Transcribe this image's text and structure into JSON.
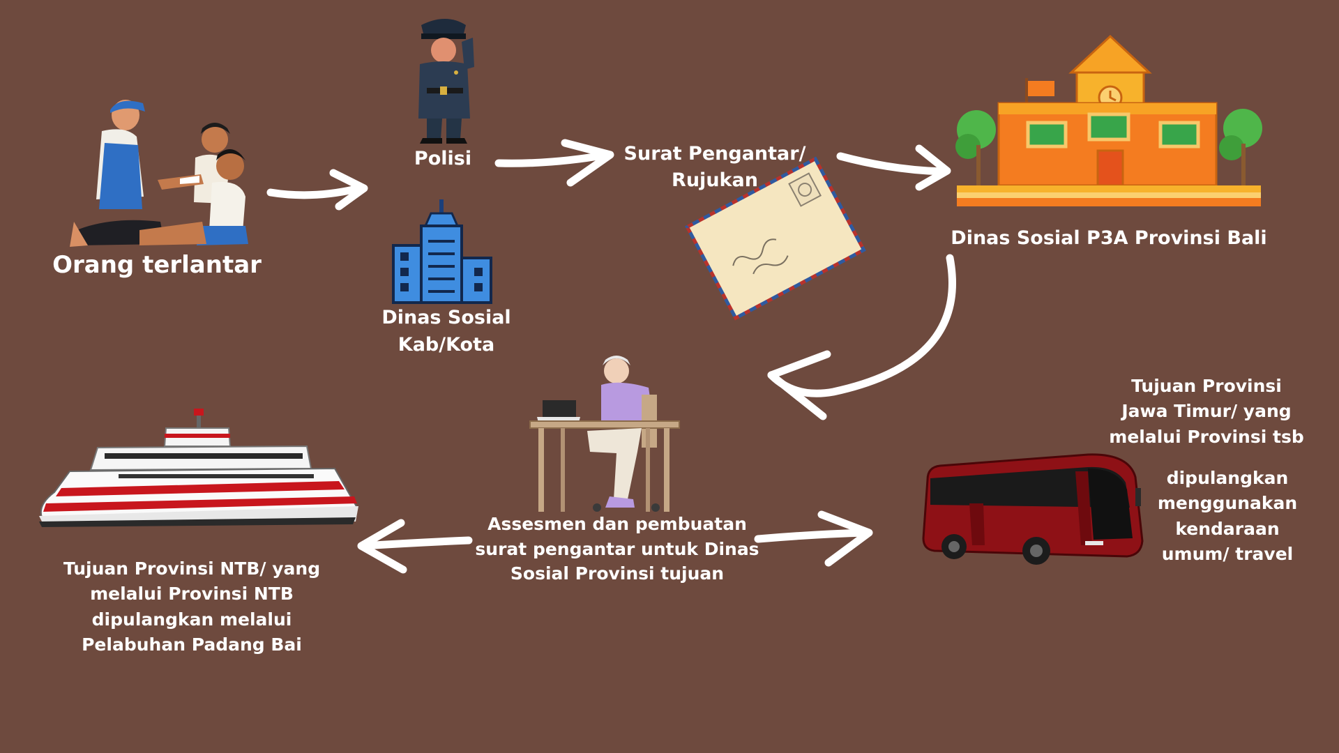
{
  "colors": {
    "background": "#6e4a3e",
    "text": "#ffffff",
    "arrow": "#ffffff",
    "building_orange": "#f47c20",
    "bus_red": "#8e1116",
    "ship_red": "#c8161d",
    "office_blue": "#3f8de0"
  },
  "nodes": {
    "orang": {
      "label": "Orang terlantar",
      "icon": "homeless-people-icon"
    },
    "polisi": {
      "label": "Polisi",
      "icon": "police-officer-icon"
    },
    "dinas_kab": {
      "lines": [
        "Dinas Sosial",
        "Kab/Kota"
      ],
      "icon": "office-building-icon"
    },
    "surat": {
      "lines": [
        "Surat Pengantar/",
        "Rujukan"
      ],
      "icon": "envelope-icon"
    },
    "dinas_prov": {
      "label": "Dinas Sosial P3A Provinsi Bali",
      "icon": "government-building-icon"
    },
    "assesmen": {
      "lines": [
        "Assesmen dan pembuatan",
        "surat pengantar untuk Dinas",
        "Sosial Provinsi tujuan"
      ],
      "icon": "person-at-desk-icon"
    },
    "ntb": {
      "lines": [
        "Tujuan Provinsi NTB/ yang",
        "melalui Provinsi NTB",
        "dipulangkan melalui",
        "Pelabuhan Padang Bai"
      ],
      "icon": "ferry-ship-icon"
    },
    "jatim": {
      "lines": [
        "Tujuan Provinsi",
        "Jawa Timur/ yang",
        "melalui Provinsi tsb"
      ],
      "lines2": [
        "dipulangkan",
        "menggunakan",
        "kendaraan",
        "umum/ travel"
      ],
      "icon": "bus-icon"
    }
  },
  "edges": [
    {
      "from": "Orang terlantar",
      "to": "Polisi / Dinas Sosial Kab/Kota"
    },
    {
      "from": "Polisi / Dinas Sosial Kab/Kota",
      "to": "Surat Pengantar/ Rujukan"
    },
    {
      "from": "Surat Pengantar/ Rujukan",
      "to": "Dinas Sosial P3A Provinsi Bali"
    },
    {
      "from": "Dinas Sosial P3A Provinsi Bali",
      "to": "Assesmen"
    },
    {
      "from": "Assesmen",
      "to": "Tujuan Provinsi NTB"
    },
    {
      "from": "Assesmen",
      "to": "Tujuan Provinsi Jawa Timur"
    }
  ]
}
